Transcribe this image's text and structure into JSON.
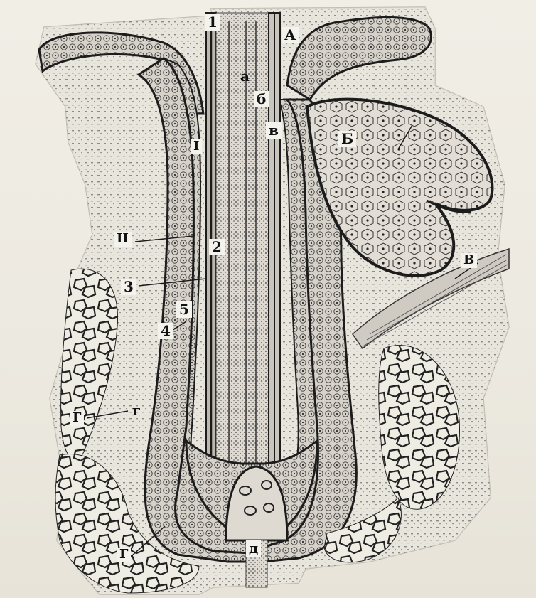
{
  "figure": {
    "background_color": "#efece4",
    "paper_color": "#eae7df",
    "ink_color": "#1c1c1c",
    "tissue_shade": "#cfcbc3"
  },
  "labels": {
    "numbers": {
      "n1": "1",
      "n2": "2",
      "n3": "3",
      "n4": "4",
      "n5": "5"
    },
    "roman": {
      "r1": "I",
      "r2": "II"
    },
    "cyr_upper": {
      "A": "А",
      "B": "Б",
      "V": "В",
      "G_left": "Г",
      "G_bottom": "Г"
    },
    "cyr_lower": {
      "a": "а",
      "b": "б",
      "v": "в",
      "g": "г",
      "d": "д"
    }
  }
}
